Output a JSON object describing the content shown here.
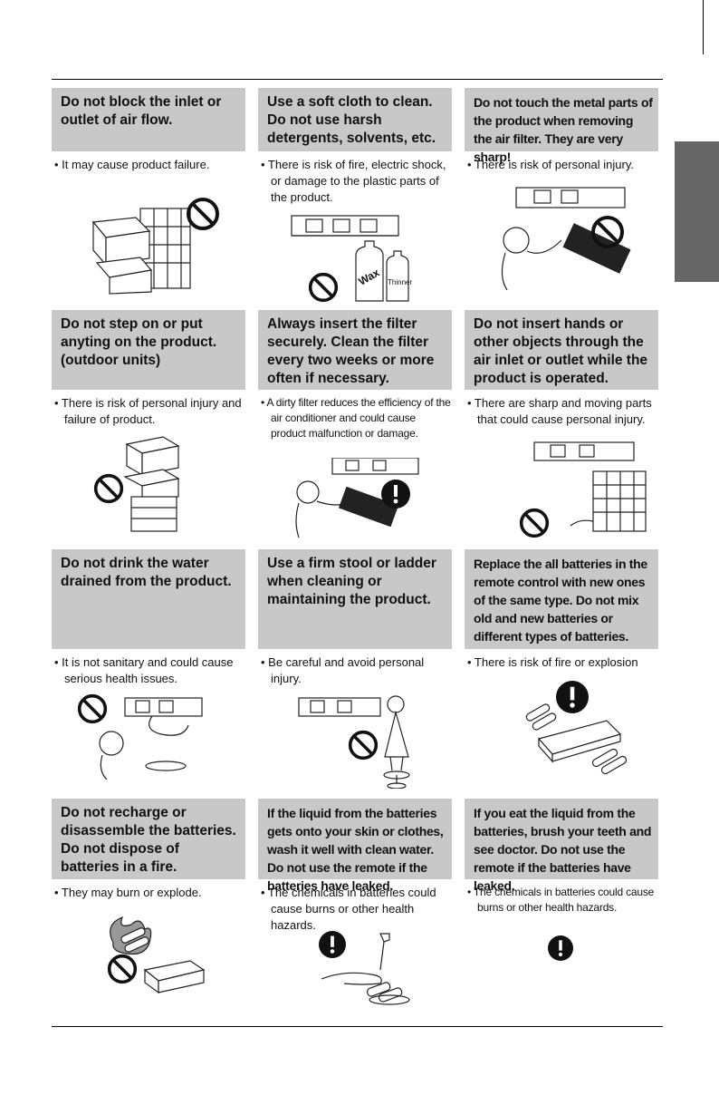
{
  "cells": [
    {
      "title": "Do not block the inlet or outlet of air flow.",
      "desc": "• It may cause product failure.",
      "symbol": "prohibition-icon",
      "illustration": "outdoor-unit-with-boxes"
    },
    {
      "title": "Use a soft cloth to clean. Do not use harsh detergents, solvents, etc.",
      "desc": "• There is risk of fire, electric shock, or damage to the plastic parts of the product.",
      "symbol": "prohibition-icon",
      "illustration": "duct-unit-with-chemical-bottles",
      "bottle_labels": [
        "Wax",
        "Thinner"
      ]
    },
    {
      "title": "Do not touch the metal parts of the product when removing the air filter. They are very sharp!",
      "desc": "• There is risk of personal injury.",
      "symbol": "prohibition-icon",
      "illustration": "person-removing-filter"
    },
    {
      "title": "Do not step on or put anyting on the product. (outdoor units)",
      "desc": "• There is risk of personal injury and failure of product.",
      "symbol": "prohibition-icon",
      "illustration": "boxes-on-outdoor-unit"
    },
    {
      "title": "Always insert the filter securely. Clean the filter every two weeks or more often if necessary.",
      "desc": "• A dirty filter reduces the efficiency of the air conditioner and could cause product malfunction or damage.",
      "symbol": "mandatory-icon",
      "illustration": "person-inserting-filter"
    },
    {
      "title": "Do not insert hands or other objects through the air inlet or outlet while the product is operated.",
      "desc": "• There are sharp and moving parts that could cause personal injury.",
      "symbol": "prohibition-icon",
      "illustration": "hands-in-inlet"
    },
    {
      "title": "Do not drink the water drained from the product.",
      "desc": "• It is not sanitary and could cause serious health issues.",
      "symbol": "prohibition-icon",
      "illustration": "child-drinking-drain-water"
    },
    {
      "title": "Use a firm stool or ladder when cleaning or maintaining the product.",
      "desc": "• Be careful and avoid personal injury.",
      "symbol": "prohibition-icon",
      "illustration": "woman-on-stool"
    },
    {
      "title": "Replace the all batteries in the remote control with new ones of the same type. Do not mix old and new batteries or different types of batteries.",
      "desc": "• There is risk of fire or explosion",
      "symbol": "mandatory-icon",
      "illustration": "remote-control-batteries"
    },
    {
      "title": "Do not recharge or disassemble the batteries. Do not dispose of batteries in a fire.",
      "desc": "• They may burn or explode.",
      "symbol": "prohibition-icon",
      "illustration": "batteries-in-fire-and-charger"
    },
    {
      "title": "If the liquid from the batteries gets onto your skin or clothes, wash it well with clean water. Do not use the remote if the batteries have leaked.",
      "desc": "• The chemicals in batteries could cause burns or other health hazards.",
      "symbol": "mandatory-icon",
      "illustration": "washing-hands-leaked-batteries"
    },
    {
      "title": "If you eat the liquid from the batteries, brush your teeth and see doctor. Do not use the remote if the batteries have leaked.",
      "desc": "• The chemicals in batteries could cause burns or other health hazards.",
      "symbol": "mandatory-icon",
      "illustration": "none"
    }
  ]
}
